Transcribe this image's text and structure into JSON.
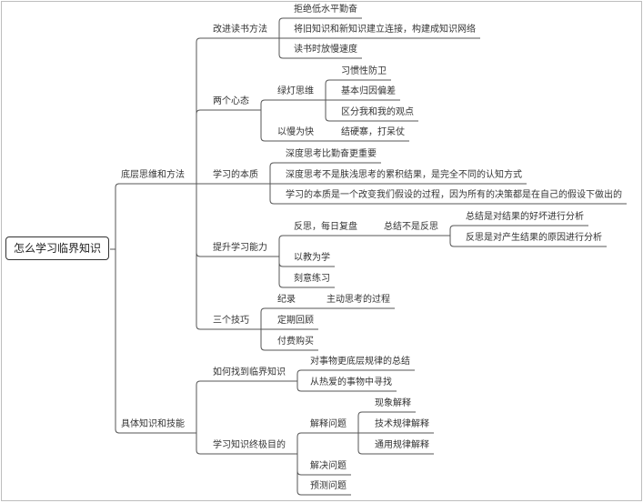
{
  "mindmap": {
    "root": "怎么学习临界知识",
    "nodes": {
      "n1": "底层思维和方法",
      "n1_1": "改进读书方法",
      "n1_1_1": "拒绝低水平勤奋",
      "n1_1_2": "将旧知识和新知识建立连接，构建成知识网络",
      "n1_1_3": "读书时放慢速度",
      "n1_2": "两个心态",
      "n1_2_1": "绿灯思维",
      "n1_2_1_1": "习惯性防卫",
      "n1_2_1_2": "基本归因偏差",
      "n1_2_1_3": "区分我和我的观点",
      "n1_2_2": "以慢为快",
      "n1_2_2_1": "结硬寨，打呆仗",
      "n1_3": "学习的本质",
      "n1_3_1": "深度思考比勤奋更重要",
      "n1_3_2": "深度思考不是肤浅思考的累积结果，是完全不同的认知方式",
      "n1_3_3": "学习的本质是一个改变我们假设的过程，因为所有的决策都是在自己的假设下做出的",
      "n1_4": "提升学习能力",
      "n1_4_1": "反思，每日复盘",
      "n1_4_1_1": "总结不是反思",
      "n1_4_1_1_1": "总结是对结果的好坏进行分析",
      "n1_4_1_1_2": "反思是对产生结果的原因进行分析",
      "n1_4_2": "以教为学",
      "n1_4_3": "刻意练习",
      "n1_5": "三个技巧",
      "n1_5_1": "纪录",
      "n1_5_1_1": "主动思考的过程",
      "n1_5_2": "定期回顾",
      "n1_5_3": "付费购买",
      "n2": "具体知识和技能",
      "n2_1": "如何找到临界知识",
      "n2_1_1": "对事物更底层规律的总结",
      "n2_1_2": "从热爱的事物中寻找",
      "n2_2": "学习知识终极目的",
      "n2_2_1": "解释问题",
      "n2_2_1_1": "现象解释",
      "n2_2_1_2": "技术规律解释",
      "n2_2_1_3": "通用规律解释",
      "n2_2_2": "解决问题",
      "n2_2_3": "预测问题"
    }
  },
  "colors": {
    "line": "#555555",
    "text": "#333333",
    "border": "#333333"
  }
}
